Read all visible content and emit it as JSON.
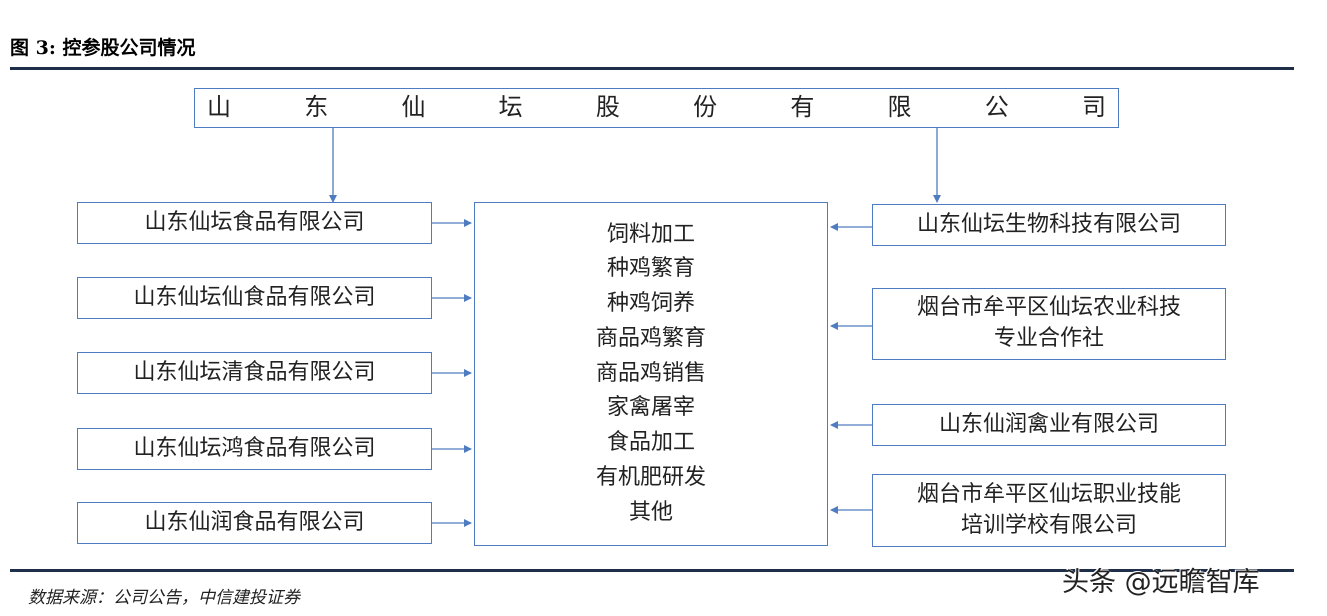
{
  "figure_title": "图 3:  控参股公司情况",
  "parent_company": [
    "山",
    "东",
    "仙",
    "坛",
    "股",
    "份",
    "有",
    "限",
    "公",
    "司"
  ],
  "left_companies": [
    "山东仙坛食品有限公司",
    "山东仙坛仙食品有限公司",
    "山东仙坛清食品有限公司",
    "山东仙坛鸿食品有限公司",
    "山东仙润食品有限公司"
  ],
  "right_companies": [
    {
      "line1": "山东仙坛生物科技有限公司",
      "line2": ""
    },
    {
      "line1": "烟台市牟平区仙坛农业科技",
      "line2": "专业合作社"
    },
    {
      "line1": "山东仙润禽业有限公司",
      "line2": ""
    },
    {
      "line1": "烟台市牟平区仙坛职业技能",
      "line2": "培训学校有限公司"
    }
  ],
  "business_scope": [
    "饲料加工",
    "种鸡繁育",
    "种鸡饲养",
    "商品鸡繁育",
    "商品鸡销售",
    "家禽屠宰",
    "食品加工",
    "有机肥研发",
    "其他"
  ],
  "source_note": "数据来源：公司公告，中信建投证券",
  "watermark": "头条 @远瞻智库",
  "colors": {
    "box_border": "#4f7cc0",
    "connector": "#4f7cc0",
    "rule": "#1f2f4a"
  }
}
